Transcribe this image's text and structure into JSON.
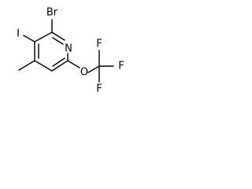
{
  "structure": {
    "type": "skeletal-formula",
    "atoms": {
      "br": "Br",
      "i": "I",
      "n": "N",
      "o": "O",
      "f_top": "F",
      "f_right": "F",
      "f_bottom": "F"
    },
    "colors": {
      "bond": "#000000",
      "label": "#000000",
      "background": "#ffffff"
    }
  }
}
